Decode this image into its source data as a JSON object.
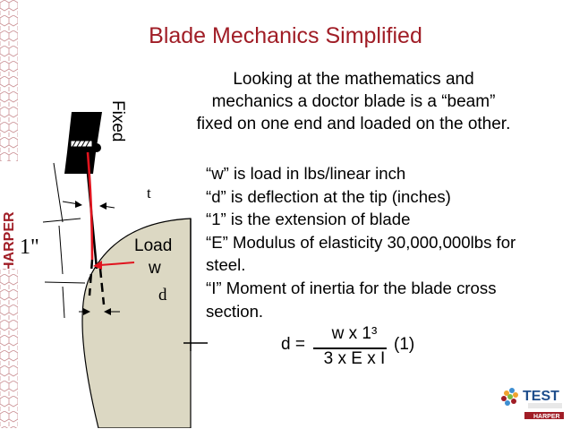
{
  "title": "Blade Mechanics Simplified",
  "intro": {
    "line1": "Looking at the mathematics and",
    "line2": "mechanics a doctor blade is a “beam”",
    "line3": "fixed on one end and loaded on the other."
  },
  "definitions": [
    "“w” is load in lbs/linear inch",
    "“d” is deflection at the tip (inches)",
    "“1” is the extension of blade",
    "“E” Modulus of elasticity 30,000,000lbs for",
    "steel.",
    "“I” Moment of inertia for the blade cross",
    "section."
  ],
  "formula": {
    "lhs": "d =",
    "numerator": "w x 1³",
    "denominator": "3 x E x I",
    "equation_number": "(1)"
  },
  "diagram": {
    "fixed_label": "Fixed",
    "t_label": "t",
    "one_label": "1\"",
    "load_label": "Load",
    "w_label": "w",
    "d_label": "d"
  },
  "branding": {
    "side_text": "HARPER",
    "logo_text": "TEST",
    "logo_subtext": "HARPER"
  },
  "colors": {
    "title": "#a01d26",
    "red_line": "#e0141e",
    "surface_fill": "#dcd8c3",
    "brand_red": "#a01d26"
  }
}
